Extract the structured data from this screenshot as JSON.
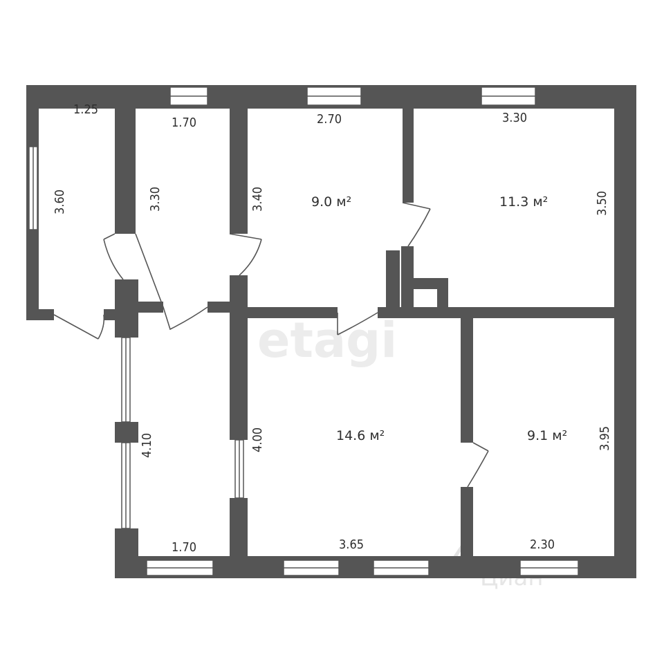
{
  "colors": {
    "wall": "#555555",
    "background": "#ffffff",
    "text": "#2e2e2e"
  },
  "watermarks": {
    "center": "etagi",
    "corner": "Циан"
  },
  "dimensions": {
    "d1": "1.25",
    "d2": "3.60",
    "d3": "1.70",
    "d4": "3.30",
    "d5": "2.70",
    "d6": "3.40",
    "d7": "3.30",
    "d8": "3.50",
    "d9": "4.10",
    "d10": "1.70",
    "d11": "4.00",
    "d12": "3.65",
    "d13": "3.95",
    "d14": "2.30"
  },
  "areas": {
    "a1": "9.0 м²",
    "a2": "11.3 м²",
    "a3": "14.6 м²",
    "a4": "9.1 м²"
  }
}
